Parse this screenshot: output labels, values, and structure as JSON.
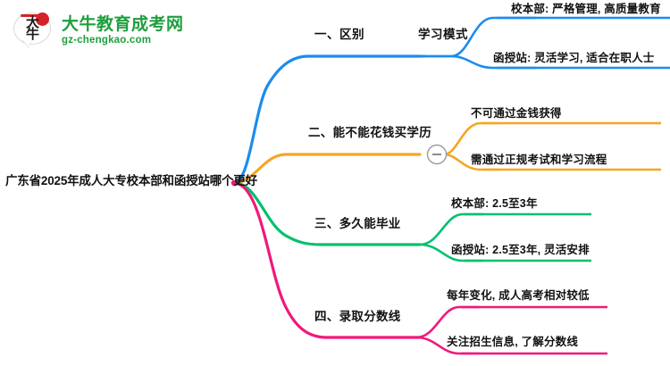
{
  "logo": {
    "mark_chars": [
      "大",
      "牛"
    ],
    "title": "大牛教育成考网",
    "url": "gz-chengkao.com",
    "brand_green": "#1f9e3e",
    "brand_red": "#d4222a"
  },
  "mindmap": {
    "root": {
      "label": "广东省2025年成人大专校本部和函授站哪个更好"
    },
    "branches": [
      {
        "id": "branch-1",
        "color": "#1a8cf0",
        "index_label": "一、区别",
        "sub_label": "学习模式",
        "collapsed_toggle": false,
        "leaves": [
          {
            "label": "校本部: 严格管理, 高质量教育"
          },
          {
            "label": "函授站: 灵活学习, 适合在职人士"
          }
        ]
      },
      {
        "id": "branch-2",
        "color": "#f5a623",
        "index_label": "二、能不能花钱买学历",
        "sub_label": "",
        "collapsed_toggle": true,
        "toggle_glyph": "−",
        "leaves": [
          {
            "label": "不可通过金钱获得"
          },
          {
            "label": "需通过正规考试和学习流程"
          }
        ]
      },
      {
        "id": "branch-3",
        "color": "#00c16e",
        "index_label": "三、多久能毕业",
        "sub_label": "",
        "collapsed_toggle": false,
        "leaves": [
          {
            "label": "校本部: 2.5至3年"
          },
          {
            "label": "函授站: 2.5至3年, 灵活安排"
          }
        ]
      },
      {
        "id": "branch-4",
        "color": "#f0197a",
        "index_label": "四、录取分数线",
        "sub_label": "",
        "collapsed_toggle": false,
        "leaves": [
          {
            "label": "每年变化, 成人高考相对较低"
          },
          {
            "label": "关注招生信息, 了解分数线"
          }
        ]
      }
    ]
  }
}
